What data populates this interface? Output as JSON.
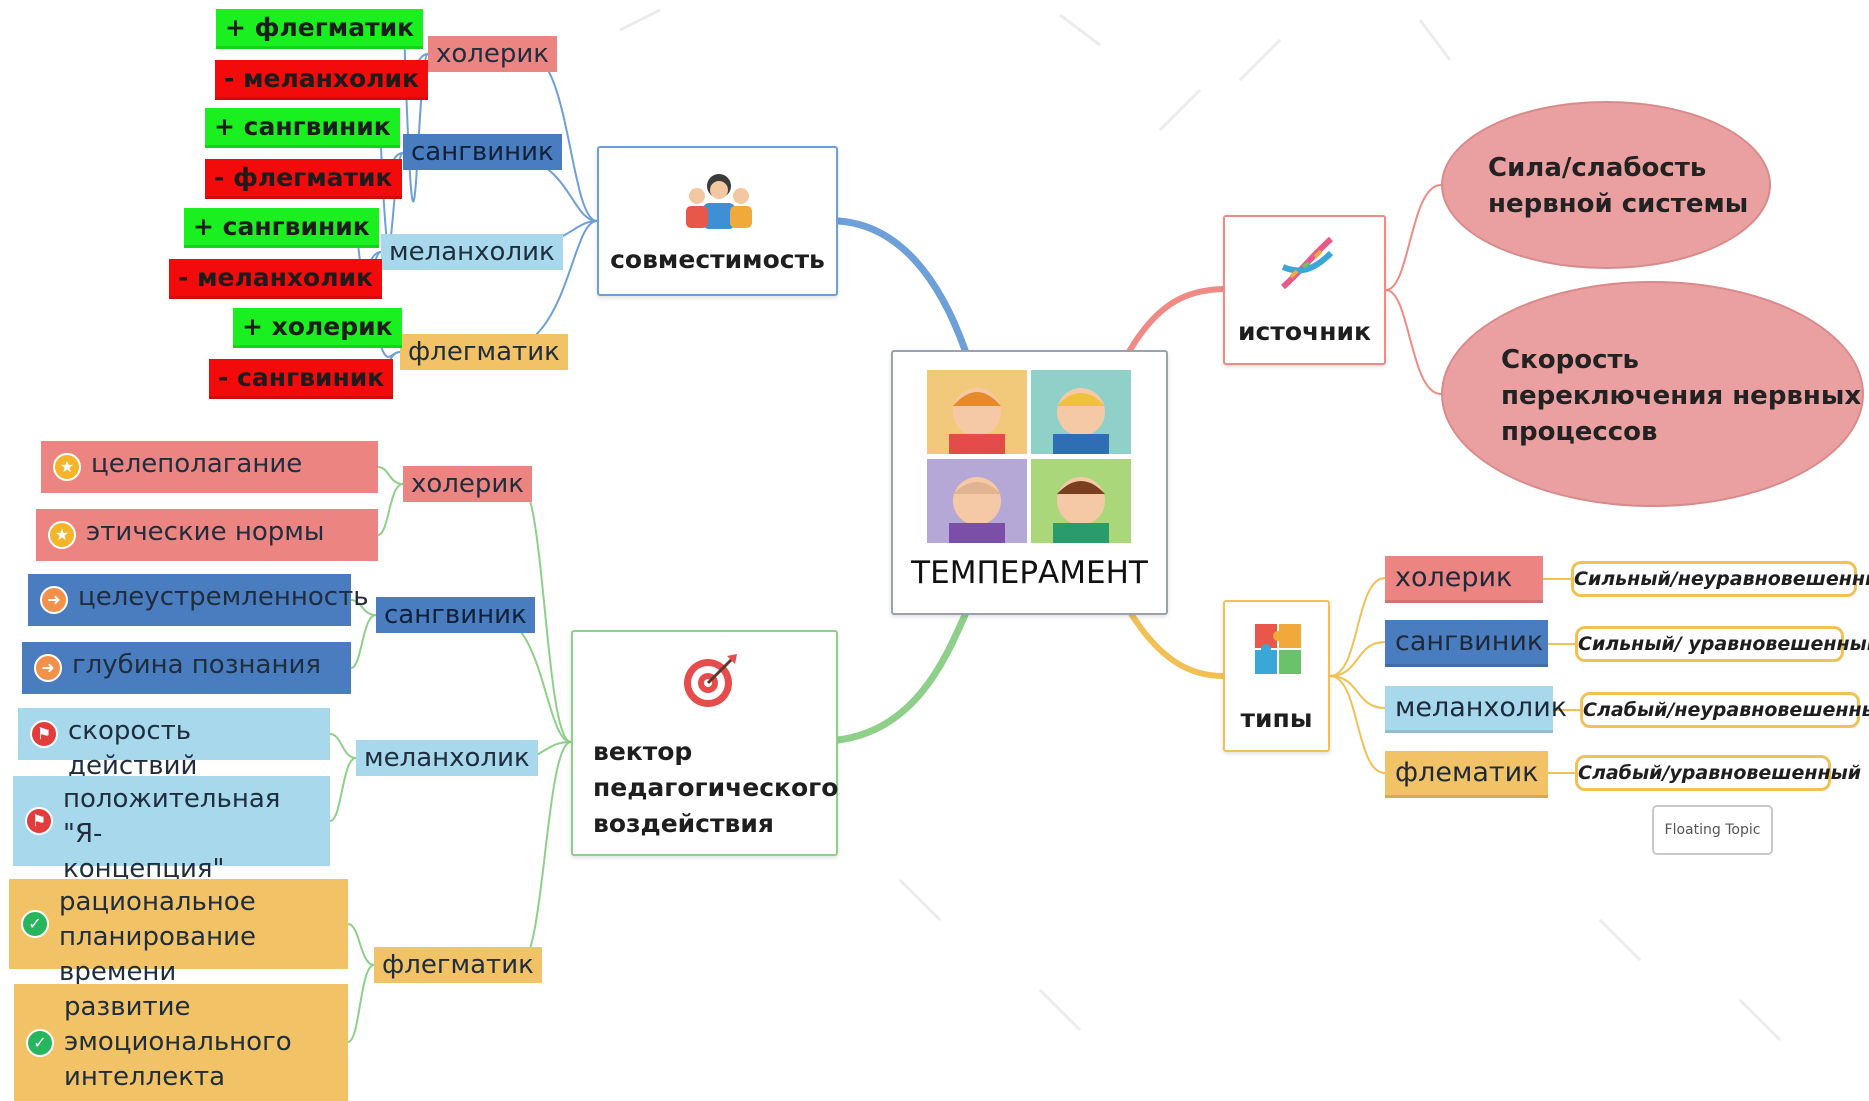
{
  "colors": {
    "compat_branch": "#6d9fd8",
    "vector_branch": "#8ed08a",
    "source_branch": "#f08a84",
    "types_branch": "#f2c155",
    "plus_tag": "#1aef1f",
    "minus_tag": "#f30b0b",
    "red_label": "#ec8582",
    "blue_label": "#4a7dbf",
    "light_blue_label": "#a7d8ec",
    "yellow_label": "#f2c266"
  },
  "central": {
    "title": "ТЕМПЕРАМЕНТ",
    "icon": "four-children-temperaments-image"
  },
  "compatibility": {
    "title": "совместимость",
    "icon": "group-people-icon",
    "groups": [
      {
        "type": "холерик",
        "plus": "+ флегматик",
        "minus": "- меланхолик"
      },
      {
        "type": "сангвиник",
        "plus": "+ сангвиник",
        "minus": "- флегматик"
      },
      {
        "type": "меланхолик",
        "plus": "+ сангвиник",
        "minus": "- меланхолик"
      },
      {
        "type": "флегматик",
        "plus": "+ холерик",
        "minus": "- сангвиник"
      }
    ]
  },
  "vector": {
    "title_lines": [
      "вектор",
      "педагогического",
      "воздействия"
    ],
    "icon": "target-icon",
    "groups": [
      {
        "type": "холерик",
        "marker": "star-icon",
        "items": [
          [
            "целеполагание"
          ],
          [
            "этические нормы"
          ]
        ]
      },
      {
        "type": "сангвиник",
        "marker": "arrow-icon",
        "items": [
          [
            "целеустремленность"
          ],
          [
            "глубина познания"
          ]
        ]
      },
      {
        "type": "меланхолик",
        "marker": "flag-icon",
        "items": [
          [
            "скорость действий"
          ],
          [
            "положительная \"Я-",
            "концепция\""
          ]
        ]
      },
      {
        "type": "флегматик",
        "marker": "check-icon",
        "items": [
          [
            "рациональное",
            "планирование времени"
          ],
          [
            "развитие",
            "эмоционального",
            "интеллекта"
          ]
        ]
      }
    ]
  },
  "source": {
    "title": "источник",
    "icon": "dna-icon",
    "items": [
      [
        "Сила/слабость",
        "нервной системы"
      ],
      [
        "Скорость",
        "переключения нервных",
        "процессов"
      ]
    ]
  },
  "types": {
    "title": "типы",
    "icon": "puzzle-icon",
    "items": [
      {
        "name": "холерик",
        "desc": "Сильный/неуравновешенный"
      },
      {
        "name": "сангвиник",
        "desc": "Сильный/ уравновешенный"
      },
      {
        "name": "меланхолик",
        "desc": "Слабый/неуравновешенный"
      },
      {
        "name": "флематик",
        "desc": "Слабый/уравновешенный"
      }
    ]
  },
  "floating_topic": "Floating Topic"
}
